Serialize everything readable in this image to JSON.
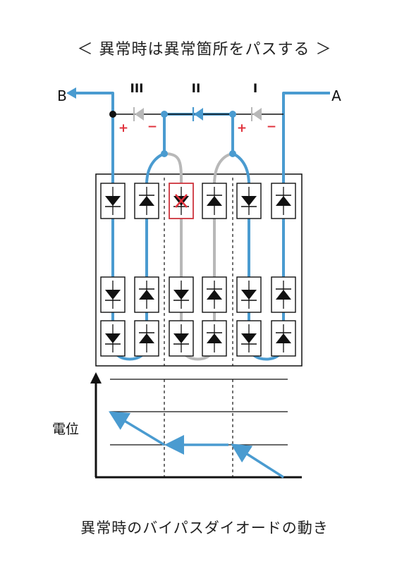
{
  "title": "＜ 異常時は異常箇所をパスする ＞",
  "caption": "異常時のバイパスダイオードの動き",
  "terminals": {
    "a": "A",
    "b": "B"
  },
  "bypass_diodes": [
    {
      "label": "III",
      "state": "inactive"
    },
    {
      "label": "II",
      "state": "active"
    },
    {
      "label": "I",
      "state": "inactive"
    }
  ],
  "polarity": {
    "plus": "+",
    "minus": "−"
  },
  "potential_label": "電位",
  "colors": {
    "current": "#4a9bd0",
    "inactive": "#b8b8b8",
    "polarity": "#e0323c",
    "fault": "#e0323c",
    "line": "#111111"
  },
  "fault_marker": "×"
}
